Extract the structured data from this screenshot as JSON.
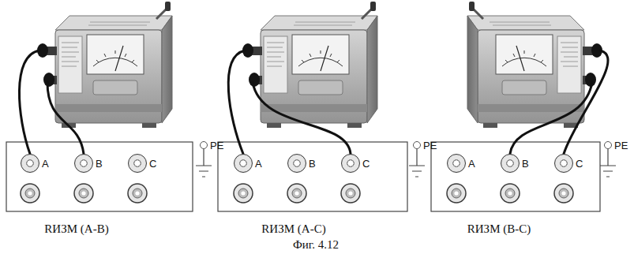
{
  "diagram": {
    "caption": "Фиг. 4.12",
    "nodes": [
      {
        "text": [
          "A"
        ]
      },
      {
        "text": [
          "B"
        ]
      },
      {
        "text": [
          "C"
        ]
      },
      {
        "text": [
          "PE"
        ]
      },
      {
        "text": [
          "A"
        ]
      },
      {
        "text": [
          "B"
        ]
      },
      {
        "text": [
          "C"
        ]
      },
      {
        "text": [
          "PE"
        ]
      },
      {
        "text": [
          "A"
        ]
      },
      {
        "text": [
          "B"
        ]
      },
      {
        "text": [
          "C"
        ]
      },
      {
        "text": [
          "PE"
        ]
      }
    ],
    "labels": [
      "RИЗМ (A-B)",
      "RИЗМ (A-C)",
      "RИЗМ (B-C)"
    ]
  }
}
